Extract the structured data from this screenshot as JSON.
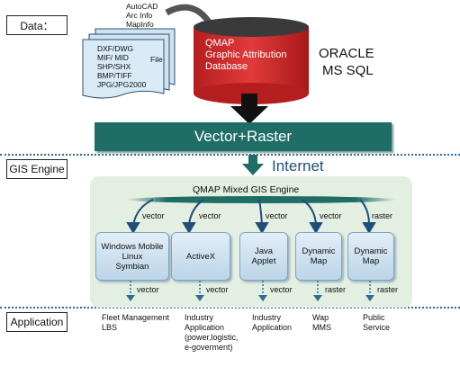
{
  "sections": {
    "data": "Data：",
    "gis_engine": "GIS Engine",
    "application": "Application"
  },
  "sources": {
    "cad": [
      "AutoCAD",
      "Arc Info",
      "MapInfo"
    ],
    "file_formats": [
      "DXF/DWG",
      "MIF/ MID",
      "SHP/SHX",
      "BMP/TIFF",
      "JPG/JPG2000"
    ],
    "file_label": "File"
  },
  "database": {
    "lines": [
      "QMAP",
      "Graphic Attribution",
      "Database"
    ],
    "vendors": [
      "ORACLE",
      "MS SQL"
    ]
  },
  "vector_raster": "Vector+Raster",
  "internet": "Internet",
  "engine_title": "QMAP Mixed GIS Engine",
  "modules": [
    {
      "label": "Windows Mobile\nLinux\nSymbian",
      "in": "vector",
      "out": "vector"
    },
    {
      "label": "ActiveX",
      "in": "vector",
      "out": "vector"
    },
    {
      "label": "Java\nApplet",
      "in": "vector",
      "out": "vector"
    },
    {
      "label": "Dynamic\nMap",
      "in": "vector",
      "out": "raster"
    },
    {
      "label": "Dynamic\nMap",
      "in": "raster",
      "out": "raster"
    }
  ],
  "applications": [
    "Fleet Management\nLBS",
    "Industry\nApplication\n(power,logistic,\ne-goverment)",
    "Industry\nApplication",
    "Wap\nMMS",
    "Public\nService"
  ],
  "colors": {
    "db_red": "#d42a2a",
    "banner_teal": "#1f6e66",
    "engine_bg": "#e3efe0",
    "divider_blue": "#2d6b9a",
    "arrow_blue": "#1f4e79"
  }
}
